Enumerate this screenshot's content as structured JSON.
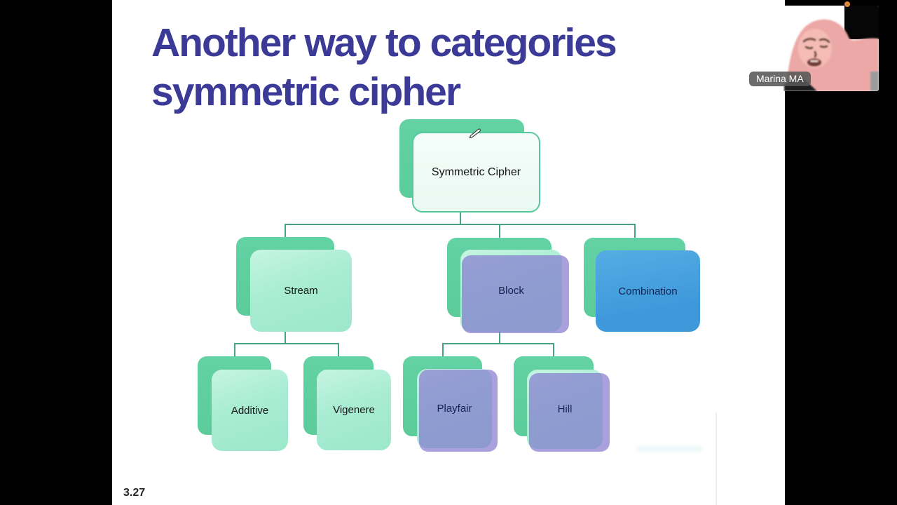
{
  "participant": {
    "name": "Marina MA"
  },
  "icons": {
    "pen_cursor": "annotation-pen",
    "recording_dot": "orange-status-dot"
  },
  "slide": {
    "title_line1": "Another way to categories",
    "title_line2": "symmetric cipher",
    "page_number": "3.27"
  },
  "diagram": {
    "type": "hierarchy-tree",
    "root": {
      "label": "Symmetric Cipher",
      "style": "outlined-light"
    },
    "level1": [
      {
        "label": "Stream",
        "style": "mint"
      },
      {
        "label": "Block",
        "style": "purple-highlight"
      },
      {
        "label": "Combination",
        "style": "blue"
      }
    ],
    "stream_children": [
      {
        "label": "Additive",
        "style": "mint"
      },
      {
        "label": "Vigenere",
        "style": "mint"
      }
    ],
    "block_children": [
      {
        "label": "Playfair",
        "style": "purple-highlight"
      },
      {
        "label": "Hill",
        "style": "purple-highlight"
      }
    ]
  },
  "colors": {
    "title": "#3b3a97",
    "shadow_green": "#5fd0a0",
    "mint_fill": "#a8ecd3",
    "connector_green": "#47a287",
    "combination_blue": "#429fdd",
    "purple_overlay": "rgba(134,125,208,0.72)",
    "name_label_bg": "rgba(86,86,86,0.88)",
    "recording_dot": "#d98a3e"
  }
}
